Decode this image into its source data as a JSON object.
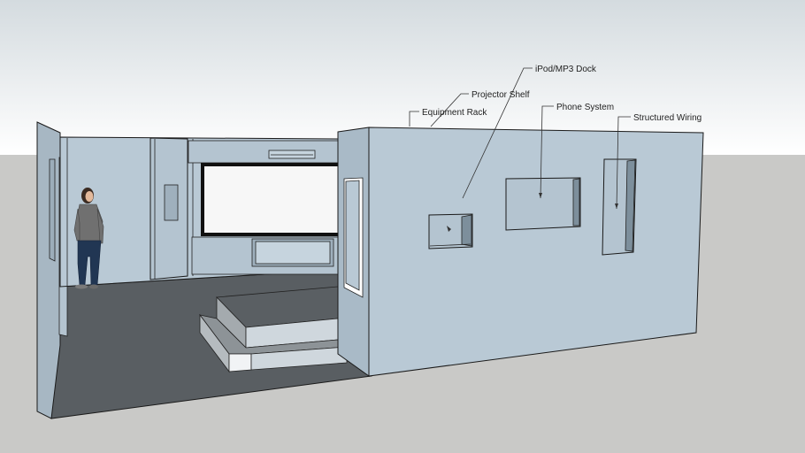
{
  "callouts": [
    {
      "id": "ipod-mp3-dock",
      "text": "iPod/MP3 Dock"
    },
    {
      "id": "projector-shelf",
      "text": "Projector Shelf"
    },
    {
      "id": "phone-system",
      "text": "Phone System"
    },
    {
      "id": "equipment-rack",
      "text": "Equipment Rack"
    },
    {
      "id": "structured-wiring",
      "text": "Structured Wiring"
    }
  ],
  "colors": {
    "sky_top": "#d4dbdf",
    "sky_bottom": "#ffffff",
    "ground": "#c9c9c7",
    "wall": "#b9c9d5",
    "wall_shade": "#a9bac7",
    "floor": "#595e62",
    "screen": "#f7f7f7"
  }
}
